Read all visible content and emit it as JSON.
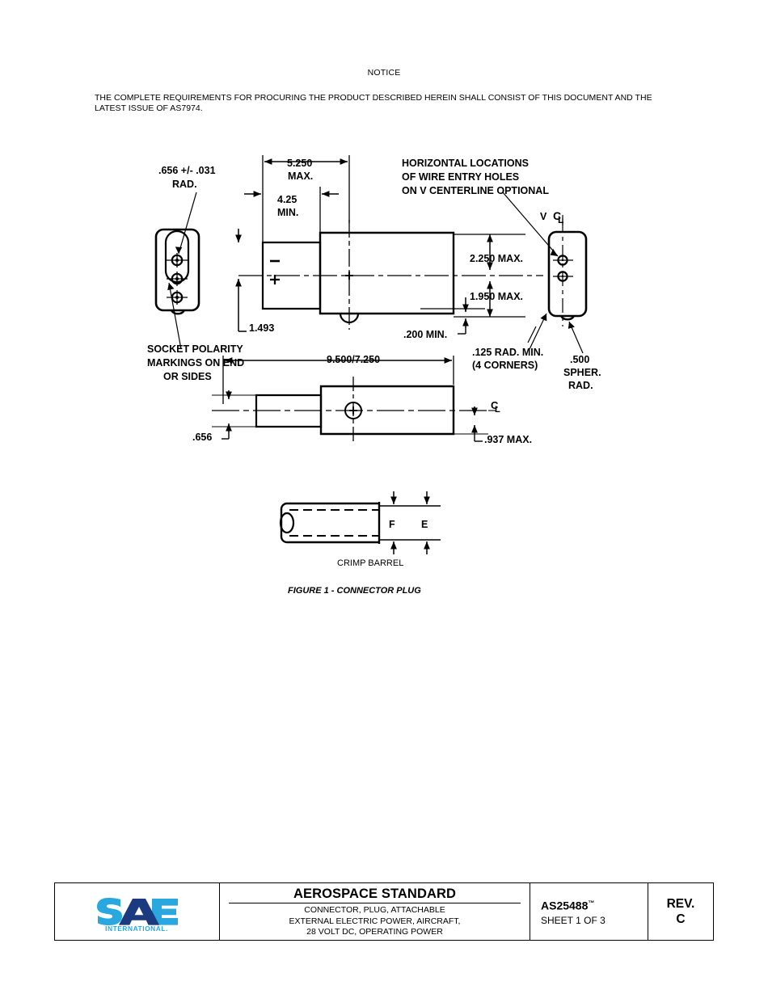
{
  "notice": {
    "heading": "NOTICE",
    "body": "THE COMPLETE REQUIREMENTS FOR PROCURING THE PRODUCT DESCRIBED HEREIN SHALL CONSIST OF THIS DOCUMENT AND THE LATEST ISSUE OF AS7974."
  },
  "figure": {
    "caption": "FIGURE 1 - CONNECTOR PLUG",
    "crimp_barrel_label": "CRIMP BARREL",
    "dimensions": {
      "rad_tolerance": ".656 +/- .031",
      "rad_word": "RAD.",
      "len_max_value": "5.250",
      "len_max_word": "MAX.",
      "len_min_value": "4.25",
      "len_min_word": "MIN.",
      "height_1493": "1.493",
      "height_2250": "2.250 MAX.",
      "height_1950": "1.950 MAX.",
      "offset_200": ".200 MIN.",
      "corner_radius": ".125 RAD. MIN.",
      "corner_radius_note": "(4 CORNERS)",
      "spher_value": ".500",
      "spher_word1": "SPHER.",
      "spher_word2": "RAD.",
      "overall_length": "9.500/7.250",
      "nose_height": ".656",
      "body_height": ".937 MAX.",
      "crimp_f": "F",
      "crimp_e": "E"
    },
    "notes": {
      "wire_entry_line1": "HORIZONTAL LOCATIONS",
      "wire_entry_line2": "OF WIRE ENTRY HOLES",
      "wire_entry_line3": "ON V CENTERLINE OPTIONAL",
      "socket_line1": "SOCKET POLARITY",
      "socket_line2": "MARKINGS ON END",
      "socket_line3": "OR SIDES",
      "v_label": "V",
      "polarity_negative": "−",
      "polarity_positive": "+"
    }
  },
  "title_block": {
    "main_title": "AEROSPACE STANDARD",
    "subtitle_line1": "CONNECTOR, PLUG, ATTACHABLE",
    "subtitle_line2": "EXTERNAL ELECTRIC POWER, AIRCRAFT,",
    "subtitle_line3": "28 VOLT DC, OPERATING POWER",
    "document_number": "AS25488",
    "document_tm": "™",
    "sheet": "SHEET 1 OF 3",
    "rev_label": "REV.",
    "rev_value": "C",
    "logo": {
      "brand": "SAE",
      "tagline": "INTERNATIONAL",
      "color_light": "#29a8e0",
      "color_dark": "#1b3a80"
    }
  }
}
